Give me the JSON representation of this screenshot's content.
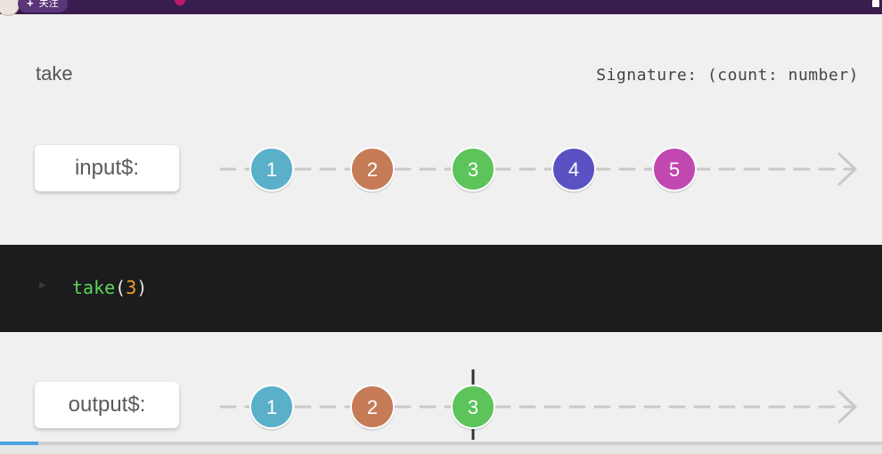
{
  "top_bar": {
    "follow_label": "关注",
    "follow_icon": "plus-icon"
  },
  "header": {
    "operator_name": "take",
    "signature": "Signature: (count: number)"
  },
  "input_lane": {
    "label": "input$:",
    "marbles": [
      {
        "value": "1",
        "color": "#5ab0c8"
      },
      {
        "value": "2",
        "color": "#c57c56"
      },
      {
        "value": "3",
        "color": "#5cc45a"
      },
      {
        "value": "4",
        "color": "#5a52c3"
      },
      {
        "value": "5",
        "color": "#c048b0"
      }
    ]
  },
  "code": {
    "fn": "take",
    "open": "(",
    "arg": "3",
    "close": ")"
  },
  "output_lane": {
    "label": "output$:",
    "completes": true,
    "marbles": [
      {
        "value": "1",
        "color": "#5ab0c8"
      },
      {
        "value": "2",
        "color": "#c57c56"
      },
      {
        "value": "3",
        "color": "#5cc45a"
      }
    ]
  },
  "player": {
    "progress_fraction": 0.043
  },
  "colors": {
    "top_bar": "#3a1d4f",
    "code_bg": "#1b1c1d",
    "code_fn": "#5fd35a",
    "code_number": "#f39c2a",
    "progress": "#4aa3e0"
  }
}
